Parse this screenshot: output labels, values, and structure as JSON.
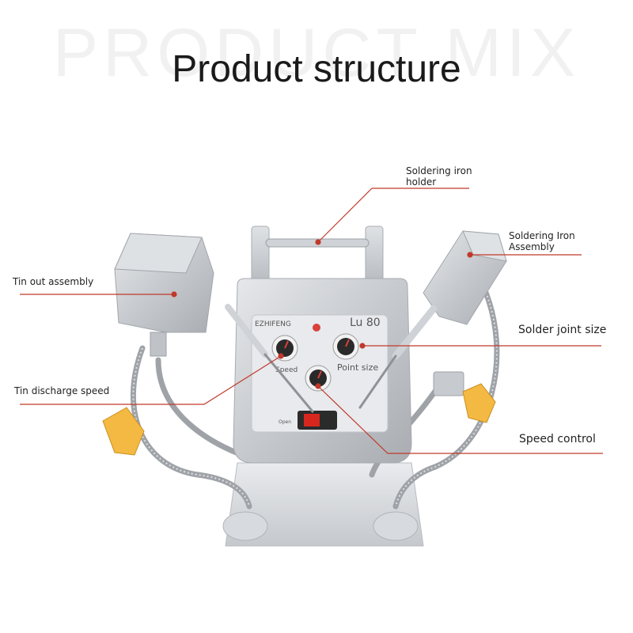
{
  "background_word": "PRODUCT MIX",
  "title": "Product structure",
  "labels": {
    "iron_holder": "Soldering iron holder",
    "iron_assembly": "Soldering Iron Assembly",
    "tin_out": "Tin out assembly",
    "joint_size": "Solder joint size",
    "discharge_speed": "Tin discharge speed",
    "speed_control": "Speed control"
  },
  "device": {
    "brand": "EZHIFENG",
    "model": "Lu 80",
    "knob_speed": "Speed",
    "knob_point": "Point size",
    "switch_label": "Open"
  },
  "colors": {
    "accent_line": "#c0392b",
    "body_silver": "#c9ccd0",
    "knob_yellow": "#f4b942"
  }
}
